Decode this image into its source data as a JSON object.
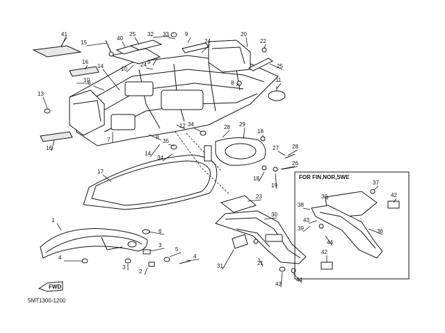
{
  "diagram": {
    "region_label": "FOR FIN,NOR,SWE",
    "part_code": "5MT1300-1200",
    "fwd_label": "FWD",
    "callouts": [
      "41",
      "40",
      "25",
      "32",
      "33",
      "9",
      "24",
      "20",
      "22",
      "15",
      "10",
      "9",
      "24",
      "25",
      "16",
      "14",
      "9",
      "8",
      "10",
      "11",
      "13",
      "7",
      "16",
      "34",
      "12",
      "9",
      "28",
      "29",
      "18",
      "14",
      "35",
      "34",
      "27",
      "28",
      "26",
      "17",
      "18",
      "19",
      "23",
      "37",
      "30",
      "42",
      "38",
      "43",
      "39",
      "36",
      "1",
      "6",
      "30",
      "44",
      "3",
      "4",
      "5",
      "4",
      "3",
      "2",
      "31",
      "21",
      "43",
      "44",
      "42"
    ]
  }
}
